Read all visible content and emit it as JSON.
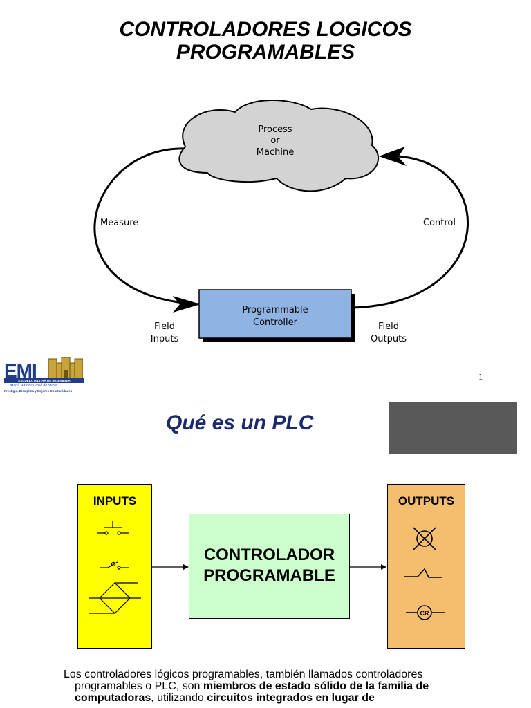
{
  "slide1": {
    "title_line1": "CONTROLADORES LOGICOS",
    "title_line2": "PROGRAMABLES",
    "diagram": {
      "cloud_line1": "Process",
      "cloud_line2": "or",
      "cloud_line3": "Machine",
      "measure": "Measure",
      "control": "Control",
      "controller_line1": "Programmable",
      "controller_line2": "Controller",
      "field_inputs_line1": "Field",
      "field_inputs_line2": "Inputs",
      "field_outputs_line1": "Field",
      "field_outputs_line2": "Outputs",
      "cloud_color": "#d3d3d3",
      "controller_color": "#8fb4e3"
    },
    "page_number": "1",
    "logo": {
      "name": "EMI",
      "band": "ESCUELA MILITAR DE INGENIERIA",
      "motto": "\"Mcal. Antonio José de Sucre\"",
      "subtitle": "Prestigio, Disciplina y Mejores Oportunidades"
    }
  },
  "slide2": {
    "title": "Qué es un PLC",
    "inputs_label": "INPUTS",
    "outputs_label": "OUTPUTS",
    "controller_line1": "CONTROLADOR",
    "controller_line2": "PROGRAMABLE",
    "cr_label": "CR",
    "colors": {
      "inputs": "#ffff00",
      "outputs": "#f5be6e",
      "controller": "#ccffcc",
      "title": "#1a2a6c"
    },
    "paragraph": {
      "p1": "Los controladores lógicos programables, también llamados controladores",
      "p2": "programables o PLC, son ",
      "b1": "miembros de estado sólido de la familia de",
      "b2": "computadoras",
      "p3": ", utilizando ",
      "b3": "circuitos integrados en lugar de"
    }
  }
}
